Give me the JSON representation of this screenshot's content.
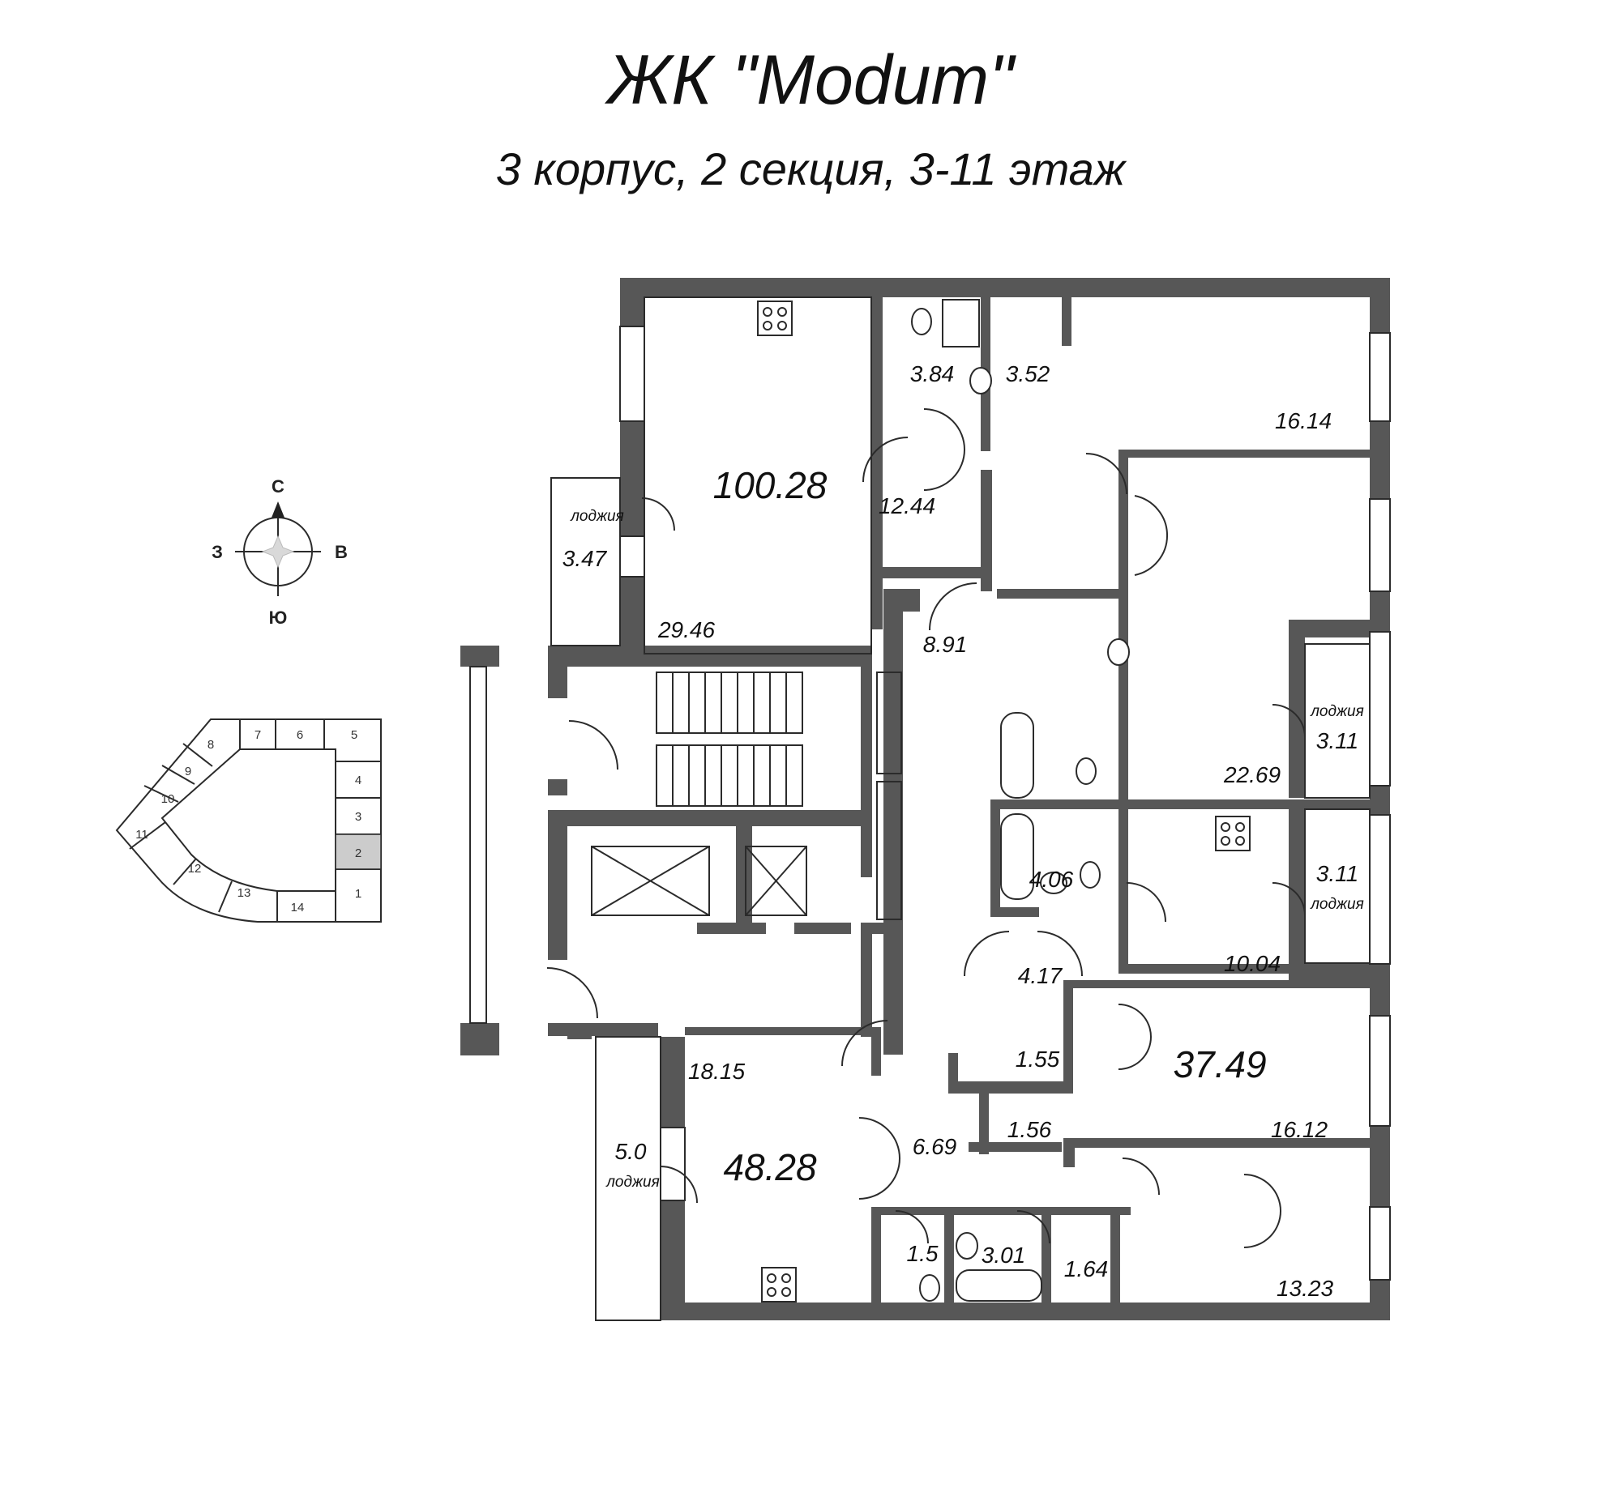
{
  "header": {
    "title": "ЖК \"Modum\"",
    "subtitle": "3 корпус, 2 секция, 3-11 этаж"
  },
  "compass": {
    "north": "С",
    "south": "Ю",
    "west": "З",
    "east": "В"
  },
  "section_map": {
    "sections": [
      "1",
      "2",
      "3",
      "4",
      "5",
      "6",
      "7",
      "8",
      "9",
      "10",
      "11",
      "12",
      "13",
      "14"
    ],
    "highlighted": "2",
    "highlight_color": "#cccccc"
  },
  "apartments": [
    {
      "total": "100.28",
      "rooms": [
        "29.46",
        "12.44",
        "3.84",
        "3.52",
        "16.14",
        "8.91",
        "22.69"
      ],
      "loggias": [
        "3.47",
        "3.11"
      ]
    },
    {
      "total": "37.49",
      "rooms": [
        "10.04",
        "4.06",
        "4.17",
        "1.55",
        "16.12"
      ],
      "loggias": [
        "3.11"
      ]
    },
    {
      "total": "48.28",
      "rooms": [
        "18.15",
        "6.69",
        "1.56",
        "1.5",
        "3.01",
        "1.64",
        "13.23"
      ],
      "loggias": [
        "5.0"
      ]
    }
  ],
  "labels": {
    "loggia": "лоджия"
  },
  "colors": {
    "wall": "#575757",
    "line": "#2b2b2b"
  }
}
